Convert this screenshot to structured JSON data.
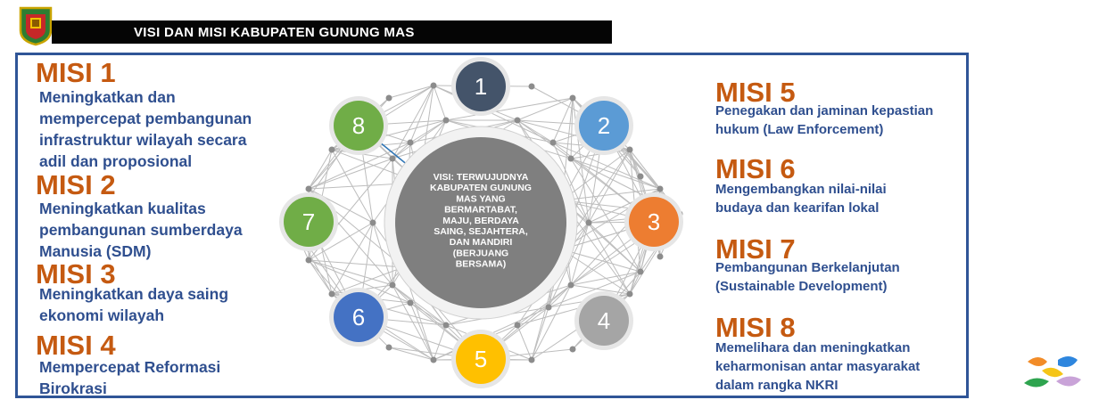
{
  "header": {
    "title": "VISI DAN MISI KABUPATEN GUNUNG MAS"
  },
  "vision": {
    "lines": [
      "VISI: TERWUJUDNYA",
      "KABUPATEN GUNUNG",
      "MAS YANG",
      "BERMARTABAT,",
      "MAJU, BERDAYA",
      "SAING, SEJAHTERA,",
      "DAN MANDIRI",
      "(BERJUANG",
      "BERSAMA)"
    ]
  },
  "missions": [
    {
      "title": "MISI 1",
      "lines": [
        "Meningkatkan dan",
        "mempercepat pembangunan",
        "infrastruktur wilayah secara",
        "adil dan proposional"
      ]
    },
    {
      "title": "MISI 2",
      "lines": [
        "Meningkatkan kualitas",
        "pembangunan sumberdaya",
        "Manusia (SDM)"
      ]
    },
    {
      "title": "MISI 3",
      "lines": [
        "Meningkatkan daya saing",
        "ekonomi wilayah"
      ]
    },
    {
      "title": "MISI 4",
      "lines": [
        "Mempercepat Reformasi",
        "Birokrasi"
      ]
    },
    {
      "title": "MISI 5",
      "lines": [
        "Penegakan dan jaminan kepastian",
        "hukum (Law Enforcement)"
      ]
    },
    {
      "title": "MISI 6",
      "lines": [
        "Mengembangkan nilai-nilai",
        "budaya dan kearifan lokal"
      ]
    },
    {
      "title": "MISI 7",
      "lines": [
        "Pembangunan Berkelanjutan",
        "(Sustainable Development)"
      ]
    },
    {
      "title": "MISI 8",
      "lines": [
        "Memelihara dan meningkatkan",
        "keharmonisan antar masyarakat",
        "dalam rangka NKRI"
      ]
    }
  ],
  "nodes": [
    {
      "label": "1",
      "color": "#44546a"
    },
    {
      "label": "2",
      "color": "#5b9bd5"
    },
    {
      "label": "3",
      "color": "#ed7d31"
    },
    {
      "label": "4",
      "color": "#a5a5a5"
    },
    {
      "label": "5",
      "color": "#ffc000"
    },
    {
      "label": "6",
      "color": "#4472c4"
    },
    {
      "label": "7",
      "color": "#70ad47"
    },
    {
      "label": "8",
      "color": "#70ad47"
    }
  ],
  "icons": [
    "regency-emblem-icon",
    "colorful-leaf-logo-icon"
  ]
}
